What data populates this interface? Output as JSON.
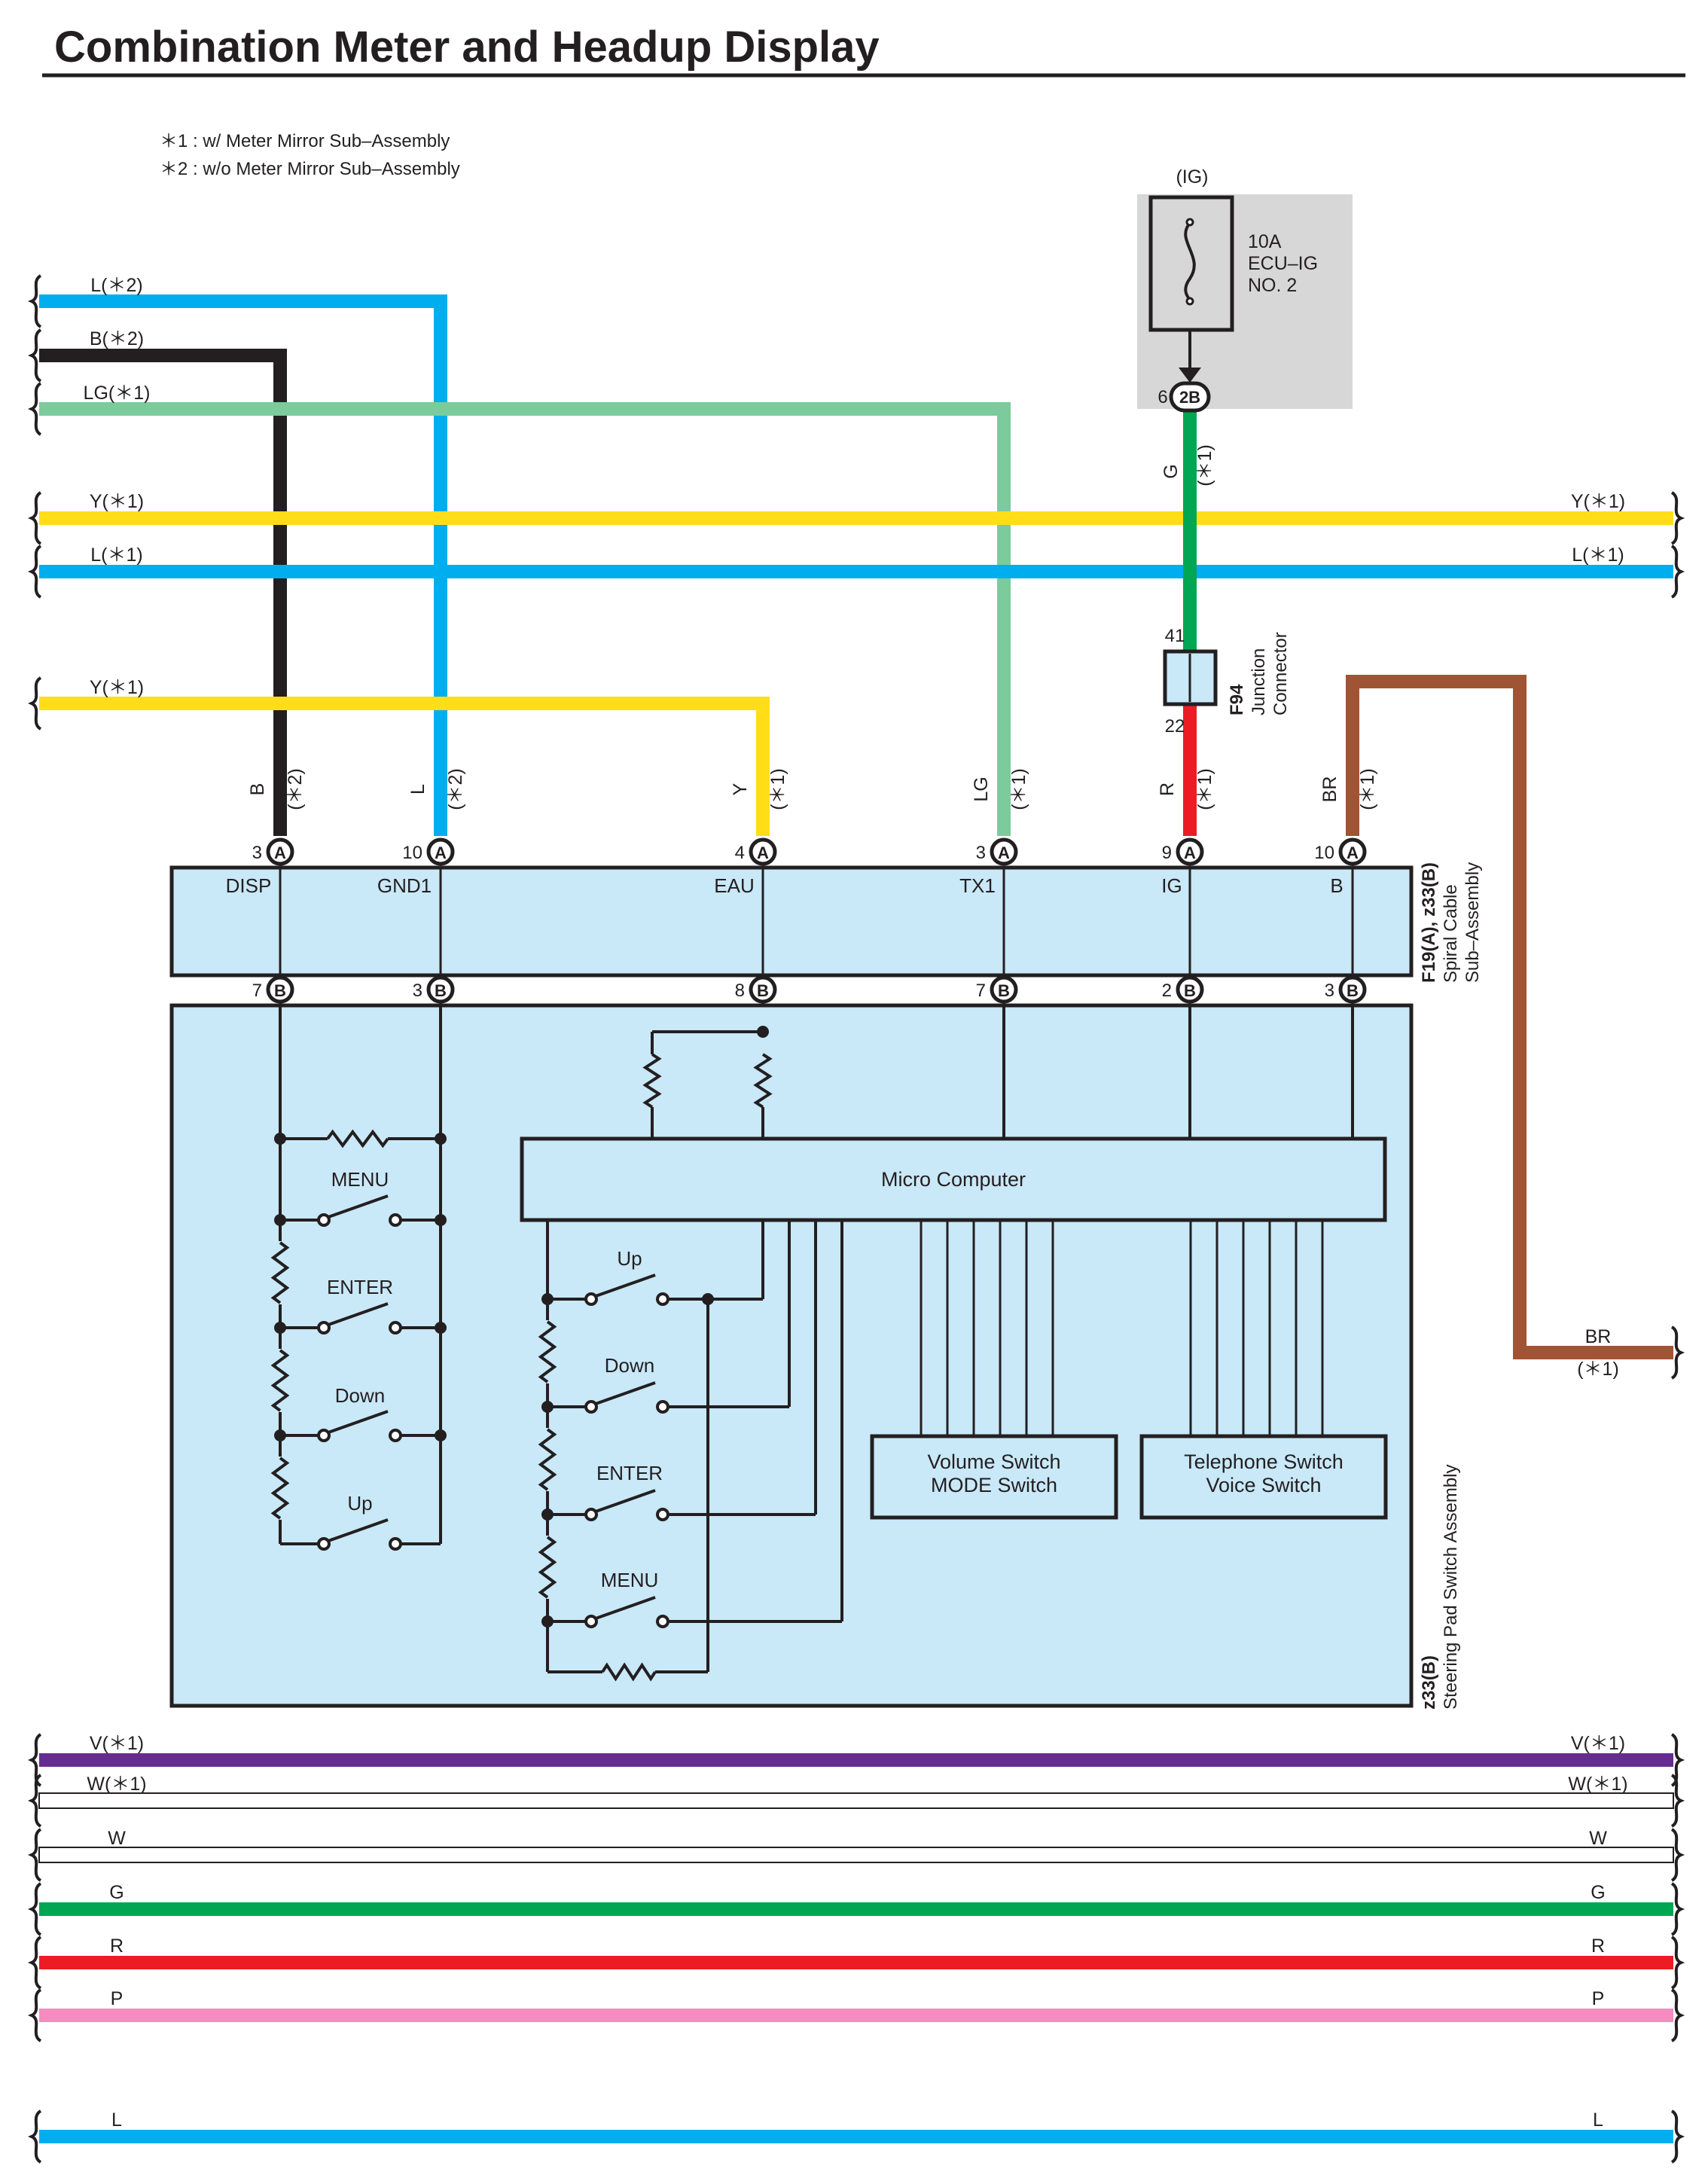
{
  "title": "Combination Meter and Headup Display",
  "notes": [
    "＊1 : w/ Meter Mirror Sub–Assembly",
    "＊2 : w/o Meter Mirror Sub–Assembly"
  ],
  "colors": {
    "L": "#00aeef",
    "B": "#231f20",
    "LG": "#7ccb9c",
    "Y": "#ffde17",
    "G": "#00a651",
    "R": "#ed1c24",
    "BR": "#a05434",
    "V": "#662d91",
    "W": "#ffffff",
    "P": "#f58bbf",
    "box_fill": "#c9e8f8",
    "fuse_box": "#d7d7d8"
  },
  "fuse": {
    "supply": "(IG)",
    "amp": "10A",
    "name_line1": "ECU–IG",
    "name_line2": "NO. 2",
    "pin": "6",
    "connector": "2B"
  },
  "junction": {
    "code": "F94",
    "name_line1": "Junction",
    "name_line2": "Connector",
    "pin_top": "41",
    "pin_bottom": "22"
  },
  "left_wires": [
    "L(＊2)",
    "B(＊2)",
    "LG(＊1)",
    "Y(＊1)",
    "L(＊1)",
    "Y(＊1)"
  ],
  "right_wires": [
    "Y(＊1)",
    "L(＊1)"
  ],
  "wire_ig_color": "G",
  "wire_ig_note": "(＊1)",
  "br_right_color": "BR",
  "br_right_note": "(＊1)",
  "pin_wires": [
    {
      "color": "B",
      "note": "(＊2)"
    },
    {
      "color": "L",
      "note": "(＊2)"
    },
    {
      "color": "Y",
      "note": "(＊1)"
    },
    {
      "color": "LG",
      "note": "(＊1)"
    },
    {
      "color": "R",
      "note": "(＊1)"
    },
    {
      "color": "BR",
      "note": "(＊1)"
    }
  ],
  "spiral_cable": {
    "code": "F19(A), z33(B)",
    "name_line1": "Spiral Cable",
    "name_line2": "Sub–Assembly",
    "terminals": [
      {
        "pin_a": "3",
        "conn_a": "A",
        "label": "DISP",
        "pin_b": "7",
        "conn_b": "B"
      },
      {
        "pin_a": "10",
        "conn_a": "A",
        "label": "GND1",
        "pin_b": "3",
        "conn_b": "B"
      },
      {
        "pin_a": "4",
        "conn_a": "A",
        "label": "EAU",
        "pin_b": "8",
        "conn_b": "B"
      },
      {
        "pin_a": "3",
        "conn_a": "A",
        "label": "TX1",
        "pin_b": "7",
        "conn_b": "B"
      },
      {
        "pin_a": "9",
        "conn_a": "A",
        "label": "IG",
        "pin_b": "2",
        "conn_b": "B"
      },
      {
        "pin_a": "10",
        "conn_a": "A",
        "label": "B",
        "pin_b": "3",
        "conn_b": "B"
      }
    ]
  },
  "steering_pad": {
    "code": "z33(B)",
    "name": "Steering Pad Switch Assembly",
    "micro_computer": "Micro Computer",
    "left_switches": [
      "MENU",
      "ENTER",
      "Down",
      "Up"
    ],
    "mid_switches": [
      "Up",
      "Down",
      "ENTER",
      "MENU"
    ],
    "volume_box": [
      "Volume Switch",
      "MODE Switch"
    ],
    "telephone_box": [
      "Telephone Switch",
      "Voice Switch"
    ]
  },
  "bottom_wires": [
    {
      "color": "V",
      "left": "V(＊1)",
      "right": "V(＊1)"
    },
    {
      "color": "W",
      "left": "W(＊1)",
      "right": "W(＊1)"
    },
    {
      "color": "W",
      "left": "W",
      "right": "W"
    },
    {
      "color": "G",
      "left": "G",
      "right": "G"
    },
    {
      "color": "R",
      "left": "R",
      "right": "R"
    },
    {
      "color": "P",
      "left": "P",
      "right": "P"
    },
    {
      "color": "L",
      "left": "L",
      "right": "L"
    }
  ]
}
